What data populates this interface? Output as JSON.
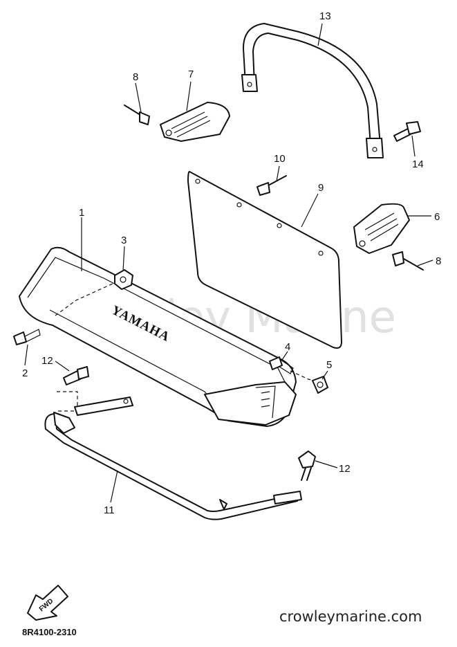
{
  "watermark": "Crowley Marine",
  "website": "crowleymarine.com",
  "diagram_code": "8R4100-2310",
  "brand_on_part": "YAMAHA",
  "fwd_arrow": "FWD",
  "callouts": {
    "p1": "1",
    "p2": "2",
    "p3": "3",
    "p4": "4",
    "p5": "5",
    "p6": "6",
    "p7": "7",
    "p8a": "8",
    "p8b": "8",
    "p9": "9",
    "p10": "10",
    "p11": "11",
    "p12a": "12",
    "p12b": "12",
    "p13": "13",
    "p14": "14"
  }
}
